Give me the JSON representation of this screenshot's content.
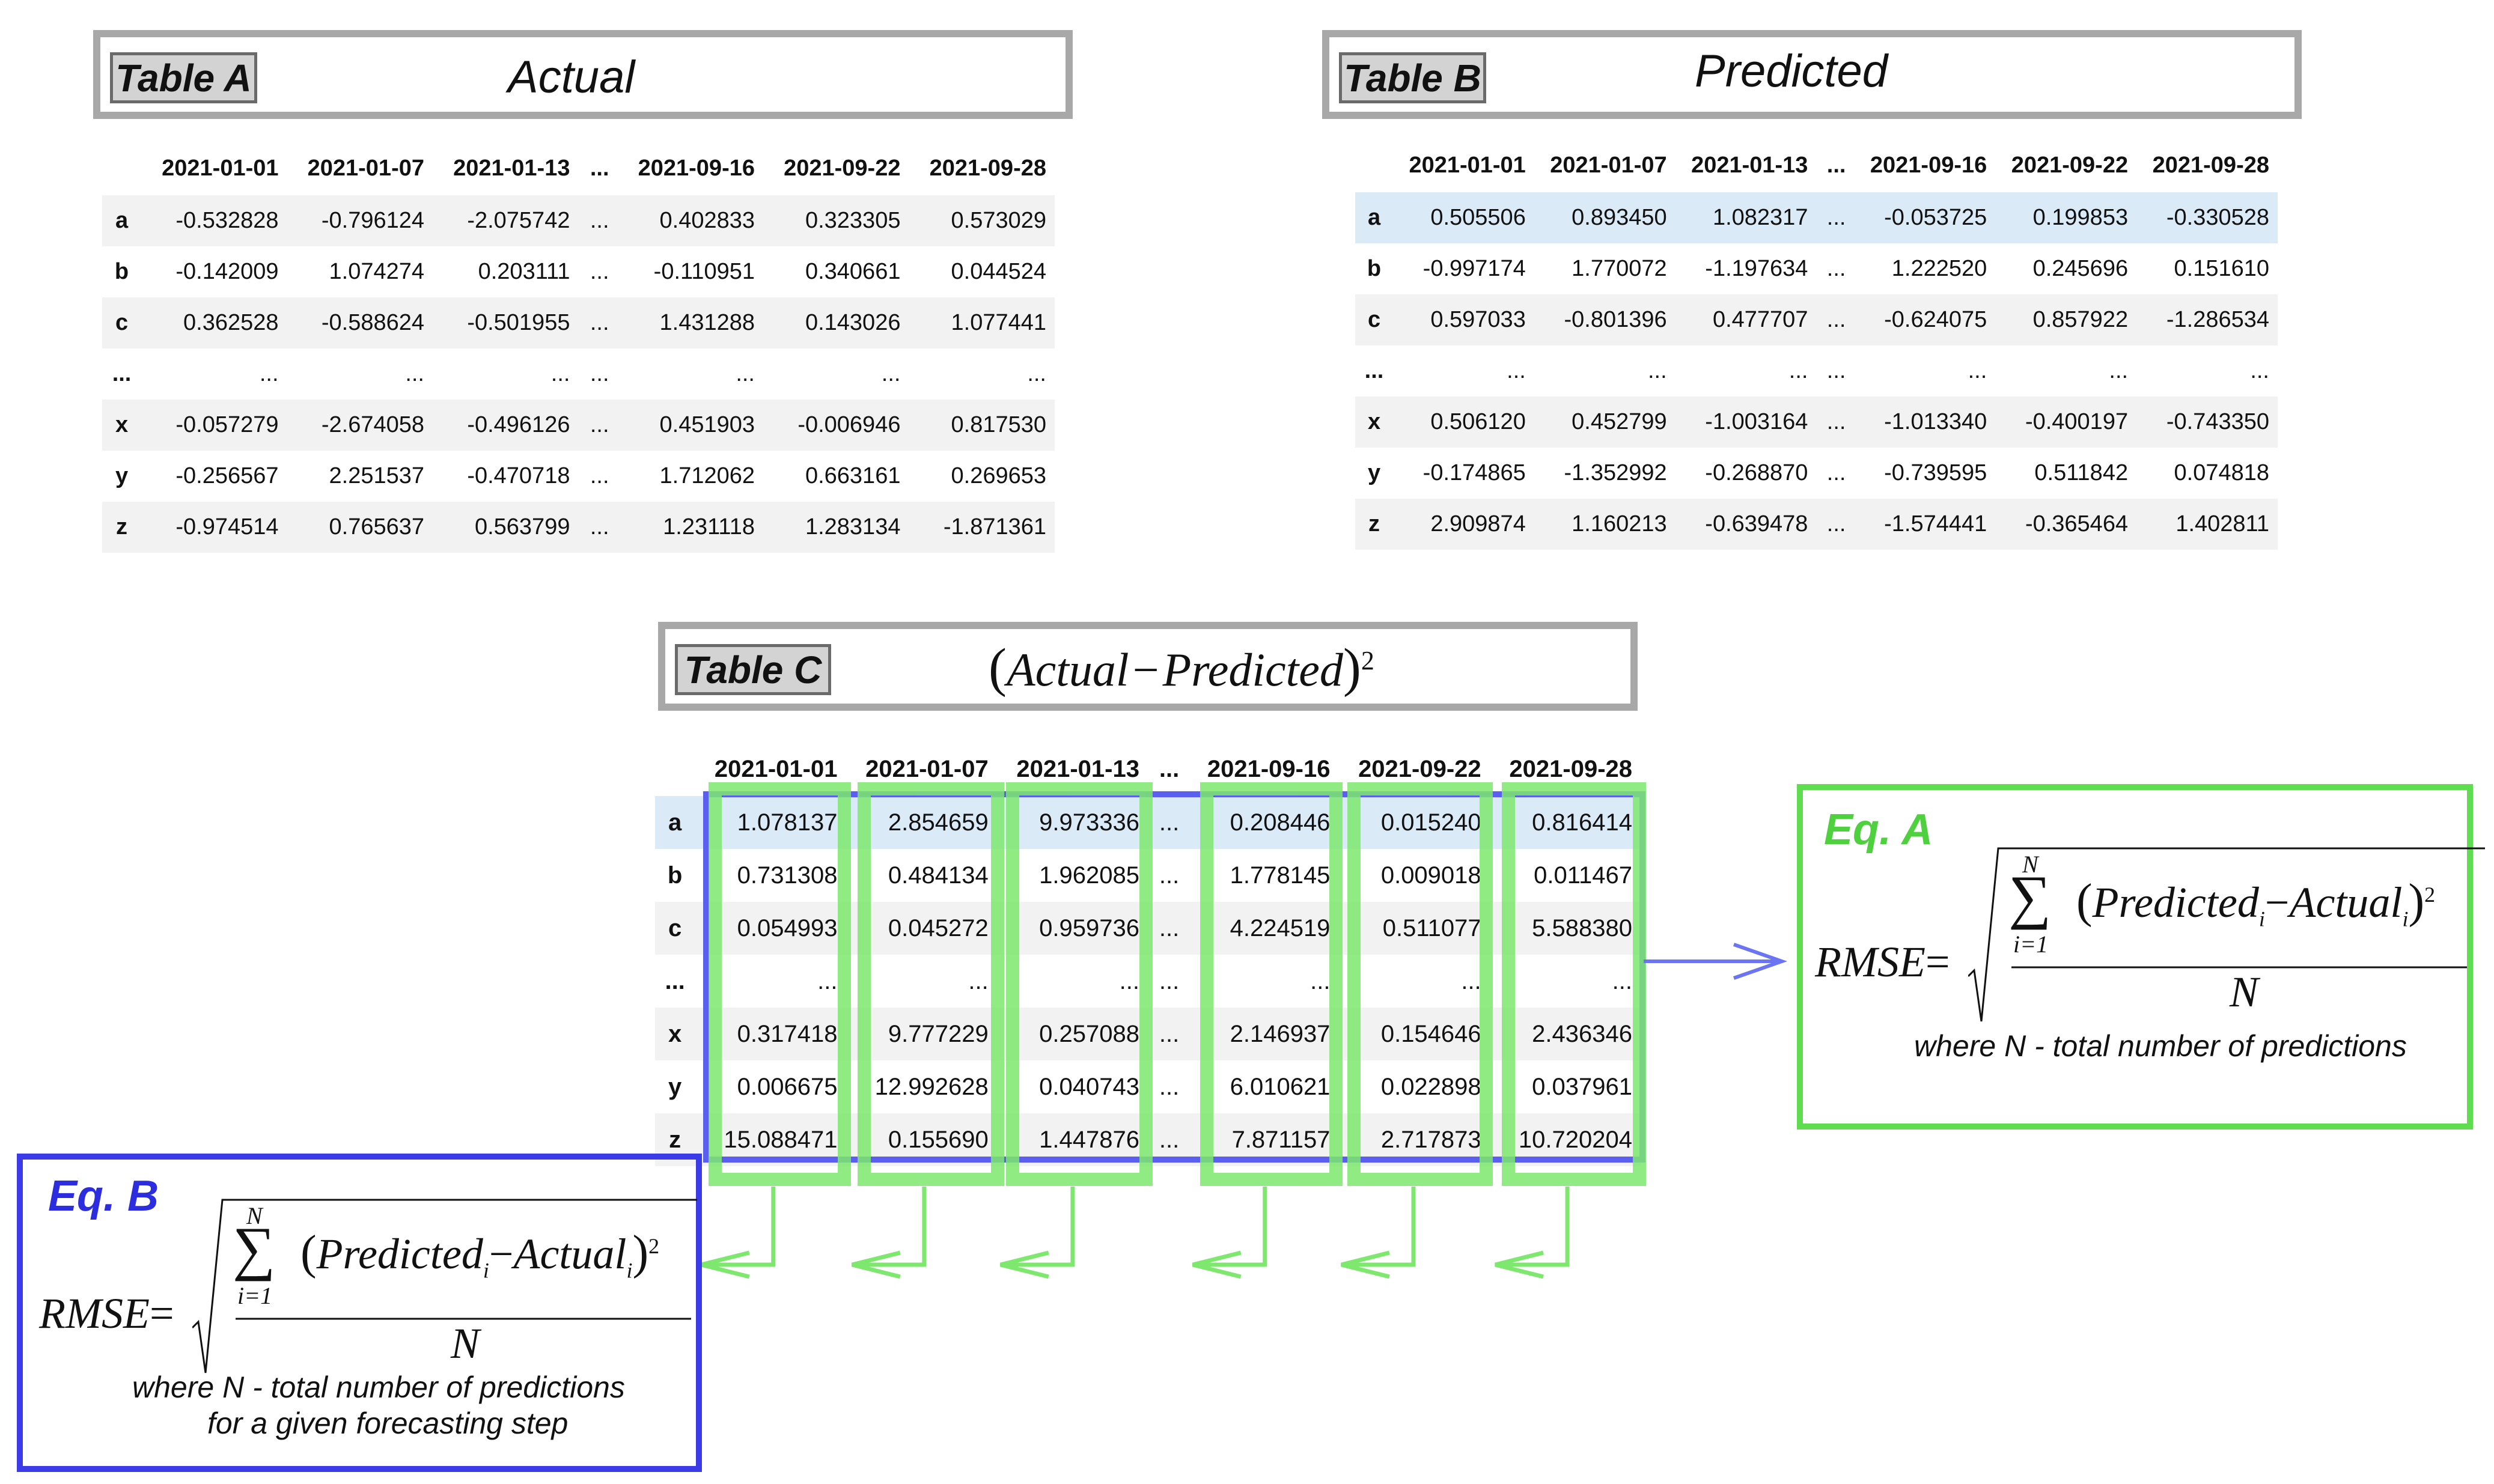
{
  "table_a": {
    "tag": "Table A",
    "subtitle": "Actual",
    "columns": [
      "2021-01-01",
      "2021-01-07",
      "2021-01-13",
      "...",
      "2021-09-16",
      "2021-09-22",
      "2021-09-28"
    ],
    "rows": [
      {
        "index": "a",
        "values": [
          "-0.532828",
          "-0.796124",
          "-2.075742",
          "...",
          "0.402833",
          "0.323305",
          "0.573029"
        ]
      },
      {
        "index": "b",
        "values": [
          "-0.142009",
          "1.074274",
          "0.203111",
          "...",
          "-0.110951",
          "0.340661",
          "0.044524"
        ]
      },
      {
        "index": "c",
        "values": [
          "0.362528",
          "-0.588624",
          "-0.501955",
          "...",
          "1.431288",
          "0.143026",
          "1.077441"
        ]
      },
      {
        "index": "...",
        "values": [
          "...",
          "...",
          "...",
          "...",
          "...",
          "...",
          "..."
        ]
      },
      {
        "index": "x",
        "values": [
          "-0.057279",
          "-2.674058",
          "-0.496126",
          "...",
          "0.451903",
          "-0.006946",
          "0.817530"
        ]
      },
      {
        "index": "y",
        "values": [
          "-0.256567",
          "2.251537",
          "-0.470718",
          "...",
          "1.712062",
          "0.663161",
          "0.269653"
        ]
      },
      {
        "index": "z",
        "values": [
          "-0.974514",
          "0.765637",
          "0.563799",
          "...",
          "1.231118",
          "1.283134",
          "-1.871361"
        ]
      }
    ]
  },
  "table_b": {
    "tag": "Table B",
    "subtitle": "Predicted",
    "columns": [
      "2021-01-01",
      "2021-01-07",
      "2021-01-13",
      "...",
      "2021-09-16",
      "2021-09-22",
      "2021-09-28"
    ],
    "rows": [
      {
        "index": "a",
        "values": [
          "0.505506",
          "0.893450",
          "1.082317",
          "...",
          "-0.053725",
          "0.199853",
          "-0.330528"
        ]
      },
      {
        "index": "b",
        "values": [
          "-0.997174",
          "1.770072",
          "-1.197634",
          "...",
          "1.222520",
          "0.245696",
          "0.151610"
        ]
      },
      {
        "index": "c",
        "values": [
          "0.597033",
          "-0.801396",
          "0.477707",
          "...",
          "-0.624075",
          "0.857922",
          "-1.286534"
        ]
      },
      {
        "index": "...",
        "values": [
          "...",
          "...",
          "...",
          "...",
          "...",
          "...",
          "..."
        ]
      },
      {
        "index": "x",
        "values": [
          "0.506120",
          "0.452799",
          "-1.003164",
          "...",
          "-1.013340",
          "-0.400197",
          "-0.743350"
        ]
      },
      {
        "index": "y",
        "values": [
          "-0.174865",
          "-1.352992",
          "-0.268870",
          "...",
          "-0.739595",
          "0.511842",
          "0.074818"
        ]
      },
      {
        "index": "z",
        "values": [
          "2.909874",
          "1.160213",
          "-0.639478",
          "...",
          "-1.574441",
          "-0.365464",
          "1.402811"
        ]
      }
    ]
  },
  "table_c": {
    "tag": "Table C",
    "formula": {
      "open": "(",
      "actual": "Actual",
      "minus": "−",
      "predicted": "Predicted",
      "close": ")",
      "exp": "2"
    },
    "columns": [
      "2021-01-01",
      "2021-01-07",
      "2021-01-13",
      "...",
      "2021-09-16",
      "2021-09-22",
      "2021-09-28"
    ],
    "rows": [
      {
        "index": "a",
        "values": [
          "1.078137",
          "2.854659",
          "9.973336",
          "...",
          "0.208446",
          "0.015240",
          "0.816414"
        ]
      },
      {
        "index": "b",
        "values": [
          "0.731308",
          "0.484134",
          "1.962085",
          "...",
          "1.778145",
          "0.009018",
          "0.011467"
        ]
      },
      {
        "index": "c",
        "values": [
          "0.054993",
          "0.045272",
          "0.959736",
          "...",
          "4.224519",
          "0.511077",
          "5.588380"
        ]
      },
      {
        "index": "...",
        "values": [
          "...",
          "...",
          "...",
          "...",
          "...",
          "...",
          "..."
        ]
      },
      {
        "index": "x",
        "values": [
          "0.317418",
          "9.777229",
          "0.257088",
          "...",
          "2.146937",
          "0.154646",
          "2.436346"
        ]
      },
      {
        "index": "y",
        "values": [
          "0.006675",
          "12.992628",
          "0.040743",
          "...",
          "6.010621",
          "0.022898",
          "0.037961"
        ]
      },
      {
        "index": "z",
        "values": [
          "15.088471",
          "0.155690",
          "1.447876",
          "...",
          "7.871157",
          "2.717873",
          "10.720204"
        ]
      }
    ]
  },
  "eq_a": {
    "label": "Eq.  A",
    "lhs": "RMSE",
    "eq": "=",
    "sum_top": "N",
    "sum_bottom": "i=1",
    "sigma": "∑",
    "predicted": "Predicted",
    "actual": "Actual",
    "sub": "i",
    "exp": "2",
    "denominator": "N",
    "note": "where N - total number of predictions",
    "color": "#5fdc4f"
  },
  "eq_b": {
    "label": "Eq.  B",
    "lhs": "RMSE",
    "eq": "=",
    "sum_top": "N",
    "sum_bottom": "i=1",
    "sigma": "∑",
    "predicted": "Predicted",
    "actual": "Actual",
    "sub": "i",
    "exp": "2",
    "denominator": "N",
    "note_line1": "where N - total number of predictions",
    "note_line2": "for a given forecasting step",
    "color": "#3b3be8"
  },
  "colors": {
    "green": "#5fdc4f",
    "blue": "#3b3be8",
    "title_border": "#a8a8a8",
    "highlight_row": "#dbeaf7"
  }
}
